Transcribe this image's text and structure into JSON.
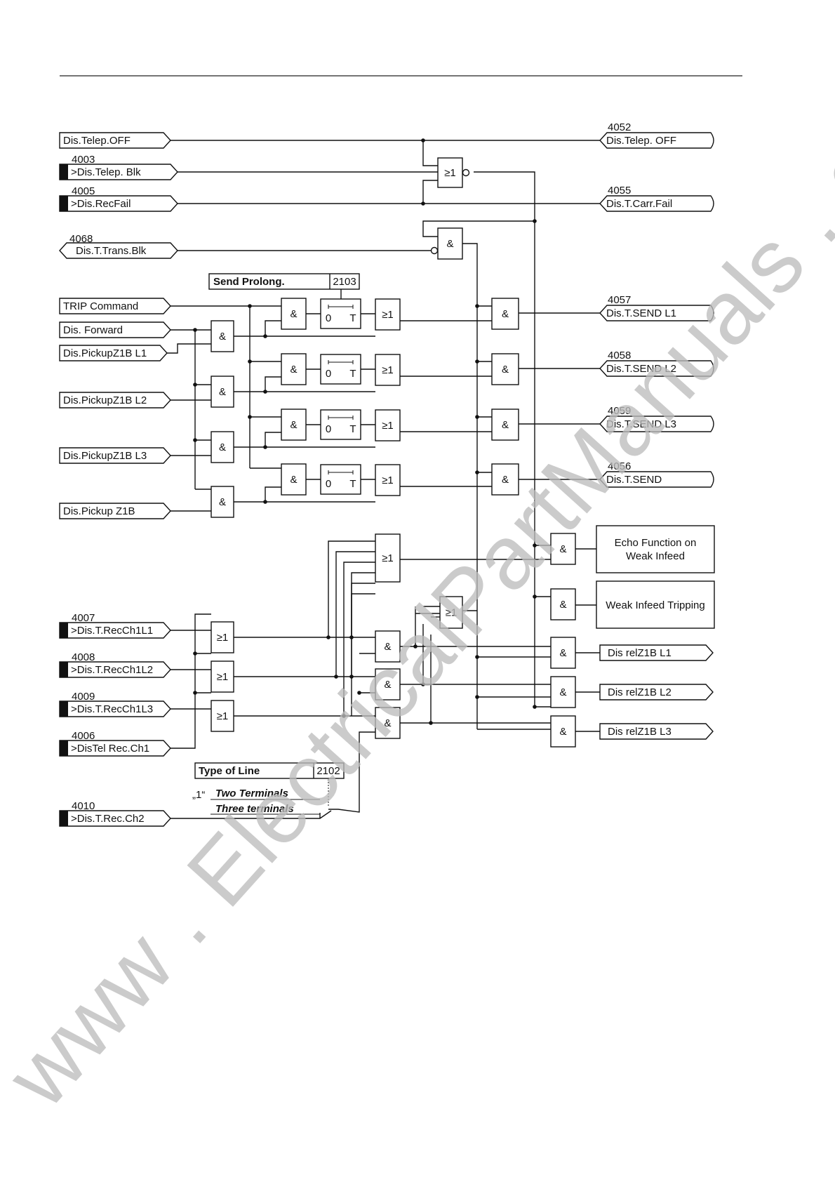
{
  "inputs": {
    "telep_off": "Dis.Telep.OFF",
    "telep_blk": ">Dis.Telep. Blk",
    "telep_blk_no": "4003",
    "recfail": ">Dis.RecFail",
    "recfail_no": "4005",
    "trans_blk": "Dis.T.Trans.Blk",
    "trans_blk_no": "4068",
    "trip": "TRIP Command",
    "forward": "Dis. Forward",
    "pickup_l1": "Dis.PickupZ1B L1",
    "pickup_l2": "Dis.PickupZ1B L2",
    "pickup_l3": "Dis.PickupZ1B L3",
    "pickup": "Dis.Pickup Z1B",
    "rec_l1": ">Dis.T.RecCh1L1",
    "rec_l1_no": "4007",
    "rec_l2": ">Dis.T.RecCh1L2",
    "rec_l2_no": "4008",
    "rec_l3": ">Dis.T.RecCh1L3",
    "rec_l3_no": "4009",
    "rec_ch1": ">DisTel Rec.Ch1",
    "rec_ch1_no": "4006",
    "rec_ch2": ">Dis.T.Rec.Ch2",
    "rec_ch2_no": "4010"
  },
  "outputs": {
    "telep_off": "Dis.Telep. OFF",
    "telep_off_no": "4052",
    "carr_fail": "Dis.T.Carr.Fail",
    "carr_fail_no": "4055",
    "send_l1": "Dis.T.SEND L1",
    "send_l1_no": "4057",
    "send_l2": "Dis.T.SEND L2",
    "send_l2_no": "4058",
    "send_l3": "Dis.T.SEND L3",
    "send_l3_no": "4059",
    "send": "Dis.T.SEND",
    "send_no": "4056",
    "rel_l1": "Dis relZ1B L1",
    "rel_l2": "Dis relZ1B L2",
    "rel_l3": "Dis relZ1B L3"
  },
  "functions": {
    "echo_line1": "Echo Function on",
    "echo_line2": "Weak Infeed",
    "weak_trip": "Weak Infeed Tripping"
  },
  "settings": {
    "send_prolong": "Send Prolong.",
    "send_prolong_no": "2103",
    "type_of_line": "Type of Line",
    "type_of_line_no": "2102",
    "opt_value": "„1“",
    "opt_two": "Two Terminals",
    "opt_three": "Three terminals"
  },
  "gates": {
    "and": "&",
    "or": "≥1",
    "timer_zero": "0",
    "timer_t": "T"
  },
  "watermark": "www . ElectricalPartManuals . com"
}
